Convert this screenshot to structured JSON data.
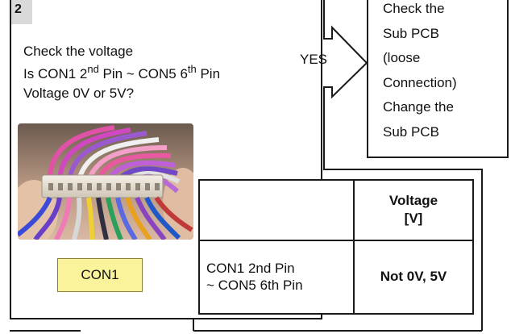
{
  "step": {
    "number": "2",
    "title": "Check the voltage",
    "question_pre": "Is CON1 2",
    "question_sup1": "nd",
    "question_mid": " Pin ~ CON5 6",
    "question_sup2": "th",
    "question_post": " Pin",
    "question_line2": "Voltage 0V or 5V?",
    "connector_label": "CON1"
  },
  "branch": {
    "yes_label": "YES"
  },
  "result": {
    "text": "Check the\nSub PCB\n(loose\nConnection)\nChange the\nSub PCB"
  },
  "voltage_table": {
    "header_empty": "",
    "header_voltage": "Voltage\n[V]",
    "row_label": "CON1 2nd Pin\n~ CON5 6th Pin",
    "row_value": "Not 0V, 5V"
  },
  "colors": {
    "label_fill": "#fbf39c",
    "number_fill": "#d9d9d9",
    "border": "#1a1a1a"
  }
}
